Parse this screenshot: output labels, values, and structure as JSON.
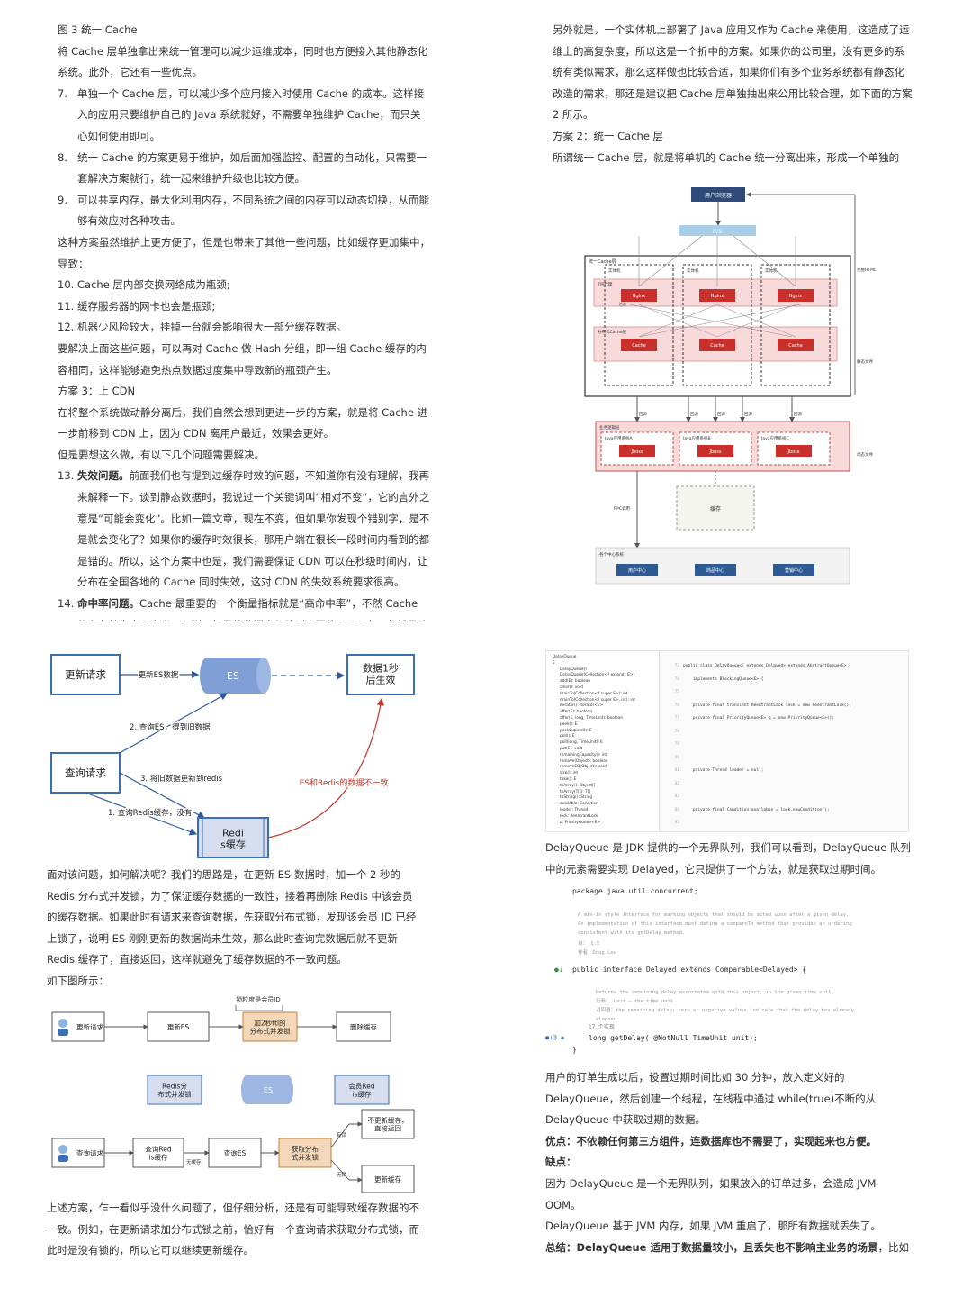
{
  "q1": {
    "title": "图 3 统一 Cache",
    "p1": "将 Cache 层单独拿出来统一管理可以减少运维成本，同时也方便接入其他静态化系统。此外，它还有一些优点。",
    "items1": [
      {
        "n": "7.",
        "t": "单独一个 Cache 层，可以减少多个应用接入时使用 Cache 的成本。这样接入的应用只要维护自己的 Java 系统就好，不需要单独维护 Cache，而只关心如何使用即可。"
      },
      {
        "n": "8.",
        "t": "统一 Cache 的方案更易于维护，如后面加强监控、配置的自动化，只需要一套解决方案就行，统一起来维护升级也比较方便。"
      },
      {
        "n": "9.",
        "t": "可以共享内存，最大化利用内存，不同系统之间的内存可以动态切换，从而能够有效应对各种攻击。"
      }
    ],
    "p2": "这种方案虽然维护上更方便了，但是也带来了其他一些问题，比如缓存更加集中，导致：",
    "items2": [
      {
        "n": "10.",
        "t": "Cache 层内部交换网络成为瓶颈;"
      },
      {
        "n": "11.",
        "t": "缓存服务器的网卡也会是瓶颈;"
      },
      {
        "n": "12.",
        "t": "机器少风险较大，挂掉一台就会影响很大一部分缓存数据。"
      }
    ],
    "p3": "要解决上面这些问题，可以再对 Cache 做 Hash 分组，即一组 Cache 缓存的内容相同，这样能够避免热点数据过度集中导致新的瓶颈产生。",
    "p4": "方案 3：上 CDN",
    "p5": "在将整个系统做动静分离后，我们自然会想到更进一步的方案，就是将 Cache 进一步前移到 CDN 上，因为 CDN 离用户最近，效果会更好。",
    "p6": "但是要想这么做，有以下几个问题需要解决。",
    "i13": {
      "n": "13.",
      "b": "失效问题。",
      "t": "前面我们也有提到过缓存时效的问题，不知道你有没有理解，我再来解释一下。谈到静态数据时，我说过一个关键词叫“相对不变”，它的言外之意是“可能会变化”。比如一篇文章，现在不变，但如果你发现个错别字，是不是就会变化了？如果你的缓存时效很长，那用户端在很长一段时间内看到的都是错的。所以，这个方案中也是，我们需要保证 CDN 可以在秒级时间内，让分布在全国各地的 Cache 同时失效，这对 CDN 的失效系统要求很高。"
    },
    "i14": {
      "n": "14.",
      "b": "命中率问题。",
      "t": "Cache 最重要的一个衡量指标就是“高命中率”，不然 Cache 的存在就失去了意义。同样，如果将数据全部放到全国的 CDN 上，必然导致 Cache 分"
    }
  },
  "q2": {
    "p1": "另外就是，一个实体机上部署了 Java 应用又作为 Cache 来使用，这造成了运维上的高复杂度，所以这是一个折中的方案。如果你的公司里，没有更多的系统有类似需求，那么这样做也比较合适，如果你们有多个业务系统都有静态化改造的需求，那还是建议把 Cache 层单独抽出来公用比较合理，如下面的方案 2 所示。",
    "p2": "方案 2：统一 Cache 层",
    "p3": "所谓统一 Cache 层，就是将单机的 Cache 统一分离出来，形成一个单独的 Cache 集群。统一 Cache 层是个更理想的可推广方案，该方案的结构图如下：",
    "arch": {
      "browser": "用户浏览器",
      "lvs": "LVS",
      "cache_layer": "统一Cache层",
      "machine": "实体机",
      "proxy": "7层代理",
      "nginx": "Nginx",
      "hot": "热点",
      "dist": "分布式Cache层",
      "cache": "Cache",
      "static_html": "完整HTML",
      "static_file": "静态文件",
      "biz": "业务逻辑层",
      "java_a": "Java应用系统A",
      "java_b": "Java应用系统B",
      "java_c": "Java应用系统C",
      "jboss": "Jboss",
      "dynamic": "动态文件",
      "rpc": "RPC调用",
      "db_cache": "缓存",
      "center": "各个中心系统",
      "user_center": "用户中心",
      "product_center": "商品中心",
      "trade_center": "营销中心",
      "link": "回源"
    }
  },
  "q3": {
    "diagram1": {
      "update_req": "更新请求",
      "update_es": "更新ES数据",
      "es": "ES",
      "after": "数据1秒后生效",
      "query_req": "查询请求",
      "query_es": "2. 查询ES，得到旧数据",
      "write_redis": "3. 将旧数据更新到redis",
      "query_redis": "1. 查询Redis缓存，没有",
      "redis": "Redis缓存",
      "inconsistent": "ES和Redis的数据不一致"
    },
    "p1": "面对该问题，如何解决呢？我们的思路是，在更新 ES 数据时，加一个 2 秒的 Redis 分布式并发锁，为了保证缓存数据的一致性，接着再删除 Redis 中该会员的缓存数据。如果此时有请求来查询数据，先获取分布式锁，发现该会员 ID 已经上锁了，说明 ES 刚刚更新的数据尚未生效，那么此时查询完数据后就不更新 Redis 缓存了，直接返回，这样就避免了缓存数据的不一致问题。",
    "p2": "如下图所示：",
    "diagram2": {
      "lock_id": "锁粒度是会员ID",
      "update_req": "更新请求",
      "update_es": "更新ES",
      "add_lock": "加2秒ttl的分布式并发锁",
      "del_cache": "删除缓存",
      "redis_lock": "Redis分布式并发锁",
      "es": "ES",
      "member_redis": "会员Redis缓存",
      "query_req": "查询请求",
      "query_redis": "查询Redis缓存",
      "no_cache": "无缓存",
      "query_es": "查询ES",
      "get_lock": "获取分布式并发锁",
      "has": "有锁",
      "no_update": "不更新缓存，直接返回",
      "none": "无锁",
      "update_cache": "更新缓存"
    },
    "p3": "上述方案，乍一看似乎没什么问题了，但仔细分析，还是有可能导致缓存数据的不一致。例如，在更新请求加分布式锁之前，恰好有一个查询请求获取分布式锁，而此时是没有锁的，所以它可以继续更新缓存。"
  },
  "q4": {
    "code1": {
      "tree": [
        "DelayQueue",
        "E",
        "DelayQueue()",
        "DelayQueue(Collection<? extends E>)",
        "add(E): boolean",
        "clear(): void",
        "drainTo(Collection<? super E>): int",
        "drainTo(Collection<? super E>, int): int",
        "iterator(): Iterator<E>",
        "offer(E): boolean",
        "offer(E, long, TimeUnit): boolean",
        "peek(): E",
        "peekExpired(): E",
        "poll(): E",
        "poll(long, TimeUnit): E",
        "put(E): void",
        "remainingCapacity(): int",
        "remove(Object): boolean",
        "removeEQ(Object): void",
        "size(): int",
        "take(): E",
        "toArray(): Object[]",
        "toArray(T[]): T[]",
        "toString(): String",
        "available: Condition",
        "leader: Thread",
        "lock: ReentrantLock",
        "q: PriorityQueue<E>"
      ],
      "lines": [
        "public class DelayQueue<E extends Delayed> extends AbstractQueue<E>",
        "    implements BlockingQueue<E> {",
        "",
        "    private final transient ReentrantLock lock = new ReentrantLock();",
        "    private final PriorityQueue<E> q = new PriorityQueue<E>();",
        "",
        "",
        "",
        "    private Thread leader = null;",
        "",
        "",
        "    private final Condition available = lock.newCondition();"
      ],
      "nums": [
        "73",
        "74",
        "75",
        "76",
        "77",
        "78",
        "79",
        "80",
        "81",
        "82",
        "83",
        "84",
        "85"
      ]
    },
    "p1": "DelayQueue 是 JDK 提供的一个无界队列，我们可以看到，DelayQueue 队列中的元素需要实现 Delayed，它只提供了一个方法，就是获取过期时间。",
    "code2": {
      "pkg": "package java.util.concurrent;",
      "doc1": "A mix-in style interface for marking objects that should be acted upon after a given delay.",
      "doc2": "An implementation of this interface must define a compareTo method that provides an ordering consistent with its getDelay method.",
      "since": "自：   1.5",
      "author": "作者：Doug Lea",
      "decl": "public interface Delayed extends Comparable<Delayed> {",
      "doc3": "Returns the remaining delay associated with this object, in the given time unit.",
      "param": "形参：   unit – the time unit",
      "ret": "返回值：the remaining delay; zero or negative values indicate that the delay has already elapsed",
      "impl": "17 个实现",
      "method": "long getDelay( @NotNull TimeUnit unit);",
      "close": "}"
    },
    "p2": "用户的订单生成以后，设置过期时间比如 30 分钟，放入定义好的 DelayQueue，然后创建一个线程，在线程中通过 while(true)不断的从 DelayQueue 中获取过期的数据。",
    "adv_label": "优点：",
    "adv": "不依赖任何第三方组件，连数据库也不需要了，实现起来也方便。",
    "dis_label": "缺点：",
    "dis1": "因为 DelayQueue 是一个无界队列，如果放入的订单过多，会造成 JVM OOM。",
    "dis2": "DelayQueue 基于 JVM 内存，如果 JVM 重启了，那所有数据就丢失了。",
    "sum_label": "总结：",
    "sum_b": "DelayQueue 适用于数据量较小，且丢失也不影响主业务的场景",
    "sum": "，比如内部系统的一些非重要通知，就算丢失，也不会有太大影响。"
  },
  "colors": {
    "red": "#c9302c",
    "pink_bg": "#f9dada",
    "blue": "#2b5a9a",
    "box_blue": "#3d6fb4",
    "es_blue": "#7f9fd6",
    "arrow_red": "#c0392b"
  }
}
